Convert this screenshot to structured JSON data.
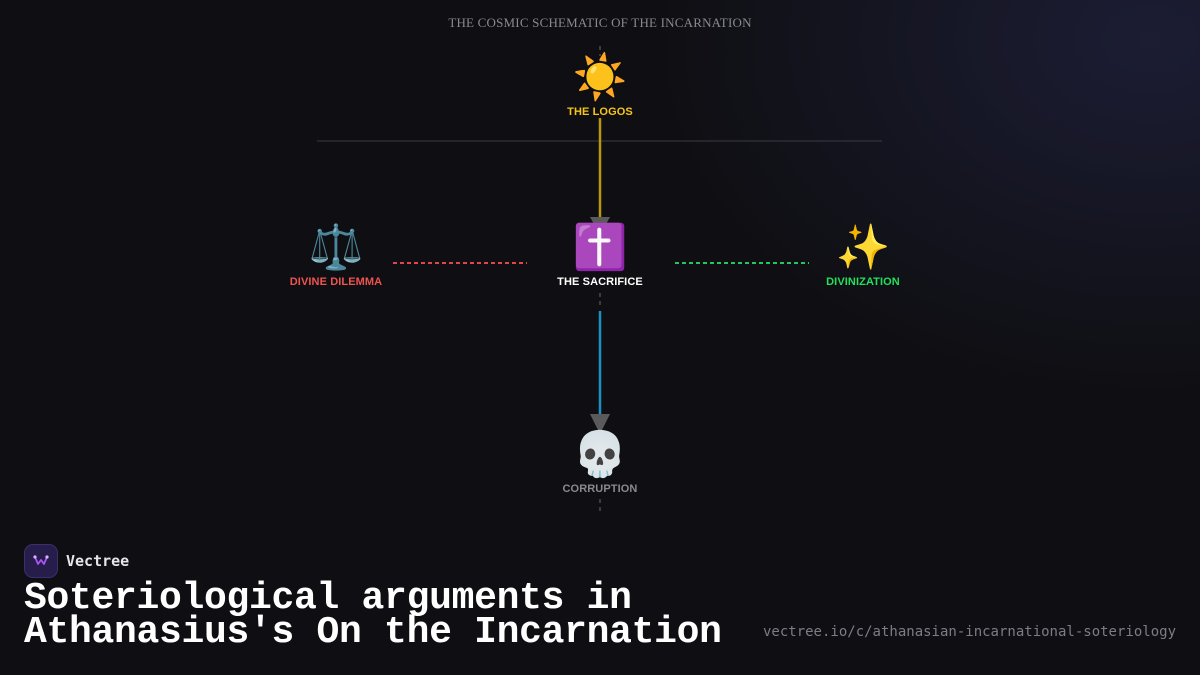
{
  "diagram": {
    "title": "THE COSMIC SCHEMATIC OF THE INCARNATION",
    "nodes": {
      "logos": {
        "emoji": "☀️",
        "label": "THE LOGOS",
        "color": "#f5c518"
      },
      "sacrifice": {
        "emoji": "✝️",
        "label": "THE SACRIFICE",
        "color": "#ffffff"
      },
      "dilemma": {
        "emoji": "⚖️",
        "label": "DIVINE DILEMMA",
        "color": "#ef5350"
      },
      "divinization": {
        "emoji": "✨",
        "label": "DIVINIZATION",
        "color": "#22e05a"
      },
      "corruption": {
        "emoji": "💀",
        "label": "CORRUPTION",
        "color": "#8a8a8e"
      }
    },
    "edge_colors": {
      "logos_to_sacrifice": "#b8960f",
      "sacrifice_to_corruption": "#1b8fbf",
      "dilemma_link": "#e04848",
      "divinization_link": "#22c55e",
      "arrowhead": "#5a5a5a"
    }
  },
  "brand": {
    "name": "Vectree"
  },
  "headline": {
    "line1": "Soteriological arguments in",
    "line2": "Athanasius's On the Incarnation"
  },
  "url": "vectree.io/c/athanasian-incarnational-soteriology"
}
